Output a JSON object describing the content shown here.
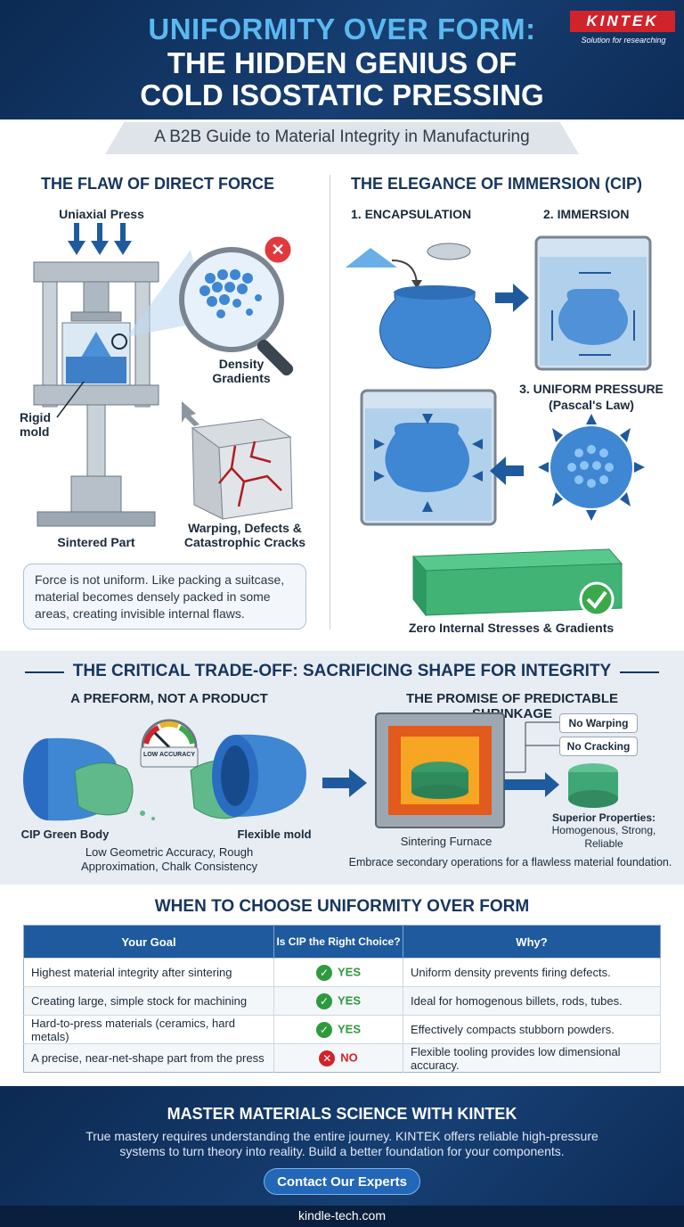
{
  "header": {
    "title_line1": "UNIFORMITY OVER FORM:",
    "title_line2": "THE HIDDEN GENIUS OF",
    "title_line3": "COLD ISOSTATIC PRESSING",
    "logo": "KINTEK",
    "tagline": "Solution for researching",
    "subtitle": "A B2B Guide to Material Integrity in Manufacturing"
  },
  "left_panel": {
    "heading": "THE FLAW OF DIRECT FORCE",
    "press_label": "Uniaxial Press",
    "density_label": "Density Gradients",
    "mold_label": "Rigid mold",
    "part_label": "Sintered Part",
    "cracks_label": "Warping, Defects & Catastrophic Cracks",
    "note": "Force is not uniform. Like packing a suitcase, material becomes densely packed in some areas, creating invisible internal flaws."
  },
  "right_panel": {
    "heading": "THE ELEGANCE OF IMMERSION (CIP)",
    "step1": "1. ENCAPSULATION",
    "step2": "2. IMMERSION",
    "step3": "3. UNIFORM PRESSURE",
    "step3_sub": "(Pascal's Law)",
    "result": "Zero Internal Stresses & Gradients"
  },
  "tradeoff": {
    "heading": "THE CRITICAL TRADE-OFF: SACRIFICING SHAPE FOR INTEGRITY",
    "left_heading": "A PREFORM, NOT A PRODUCT",
    "gauge_label": "LOW ACCURACY",
    "green_body": "CIP Green Body",
    "flex_mold": "Flexible mold",
    "caption": "Low Geometric Accuracy, Rough Approximation, Chalk Consistency",
    "right_heading": "THE PROMISE OF PREDICTABLE SHRINKAGE",
    "tag1": "No Warping",
    "tag2": "No Cracking",
    "furnace": "Sintering Furnace",
    "props_title": "Superior Properties:",
    "props_text": "Homogenous, Strong, Reliable",
    "embrace": "Embrace secondary operations for a flawless material foundation."
  },
  "table": {
    "heading": "WHEN TO CHOOSE UNIFORMITY OVER FORM",
    "columns": [
      "Your Goal",
      "Is CIP the Right Choice?",
      "Why?"
    ],
    "rows": [
      {
        "goal": "Highest material integrity after sintering",
        "choice": "YES",
        "why": "Uniform density prevents firing defects."
      },
      {
        "goal": "Creating large, simple stock for machining",
        "choice": "YES",
        "why": "Ideal for homogenous billets, rods, tubes."
      },
      {
        "goal": "Hard-to-press materials (ceramics, hard metals)",
        "choice": "YES",
        "why": "Effectively compacts stubborn powders."
      },
      {
        "goal": "A precise, near-net-shape part from the press",
        "choice": "NO",
        "why": "Flexible tooling provides low dimensional accuracy."
      }
    ]
  },
  "footer": {
    "heading": "MASTER MATERIALS SCIENCE WITH KINTEK",
    "text": "True mastery requires understanding the entire journey. KINTEK offers reliable high-pressure systems to turn theory into reality. Build a better foundation for your components.",
    "cta": "Contact Our Experts",
    "url": "kindle-tech.com"
  },
  "colors": {
    "navy": "#0c2a52",
    "accent_blue": "#5bb8f0",
    "brand_red": "#d2232a",
    "success_green": "#2e9a3e"
  }
}
